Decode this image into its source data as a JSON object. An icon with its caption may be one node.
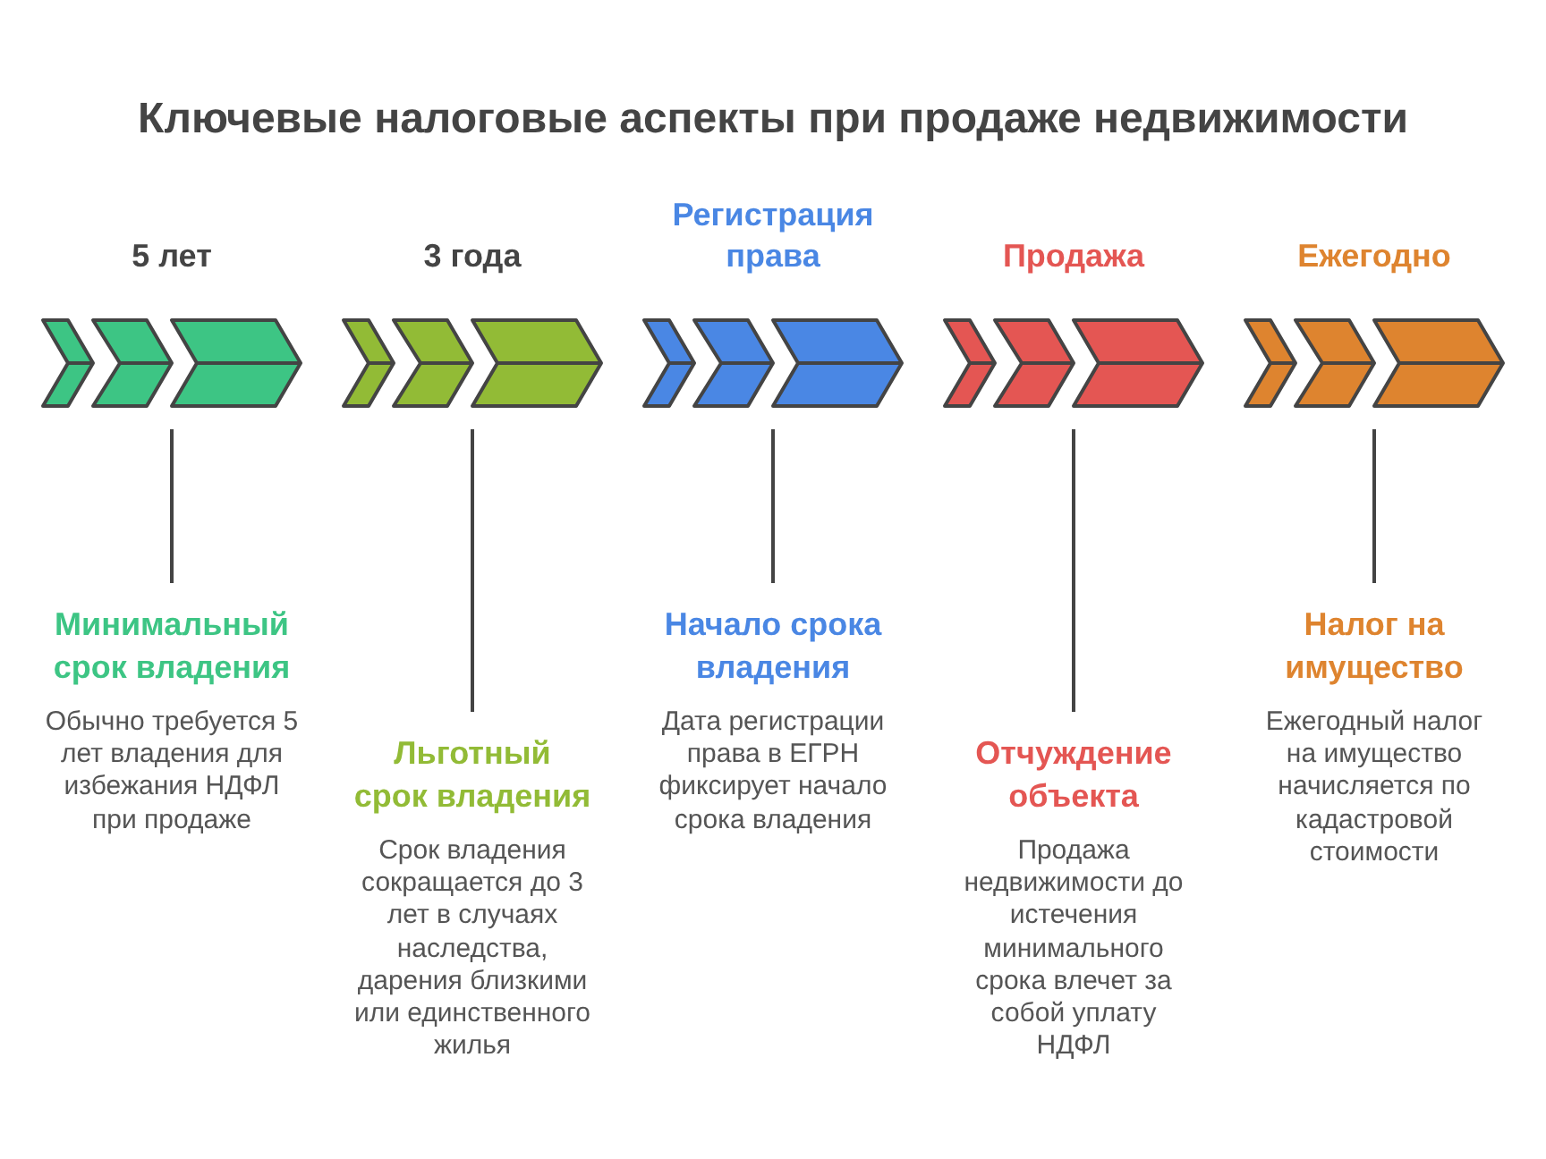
{
  "diagram": {
    "title": "Ключевые налоговые аспекты при продаже недвижимости",
    "nodes": [
      {
        "text": [
          "5 лет"
        ]
      },
      {
        "text": [
          "Минимальный срок владения",
          "Обычно требуется 5 лет владения для избежания НДФЛ при продаже"
        ]
      },
      {
        "text": [
          "3 года"
        ]
      },
      {
        "text": [
          "Льготный срок владения",
          "Срок владения сокращается до 3 лет в случаях наследства, дарения близкими или единственного жилья"
        ]
      },
      {
        "text": [
          "Регистрация права"
        ]
      },
      {
        "text": [
          "Начало срока владения",
          "Дата регистрации права в ЕГРН фиксирует начало срока владения"
        ]
      },
      {
        "text": [
          "Продажа"
        ]
      },
      {
        "text": [
          "Отчуждение объекта",
          "Продажа недвижимости до истечения минимального срока влечет за собой уплату НДФЛ"
        ]
      },
      {
        "text": [
          "Ежегодно"
        ]
      },
      {
        "text": [
          "Налог на имущество",
          "Ежегодный налог на имущество начисляется по кадастровой стоимости"
        ]
      }
    ],
    "edges": [
      {
        "from": 0,
        "to": 1,
        "arrow": "none"
      },
      {
        "from": 2,
        "to": 3,
        "arrow": "none"
      },
      {
        "from": 4,
        "to": 5,
        "arrow": "none"
      },
      {
        "from": 6,
        "to": 7,
        "arrow": "none"
      },
      {
        "from": 8,
        "to": 9,
        "arrow": "none"
      }
    ]
  }
}
